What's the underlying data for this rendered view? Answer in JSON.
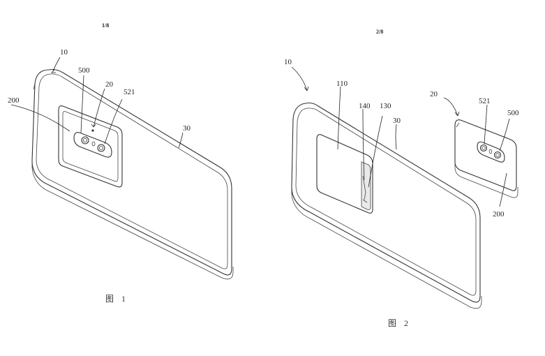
{
  "sheet1": {
    "page_number": "1/8",
    "caption": "图 1",
    "labels": {
      "l10": "10",
      "l500": "500",
      "l20": "20",
      "l521": "521",
      "l200": "200",
      "l30": "30"
    }
  },
  "sheet2": {
    "page_number": "2/8",
    "caption": "图 2",
    "labels": {
      "l10": "10",
      "l110": "110",
      "l140": "140",
      "l130": "130",
      "l30": "30",
      "l20": "20",
      "l521": "521",
      "l500": "500",
      "l200": "200"
    }
  }
}
